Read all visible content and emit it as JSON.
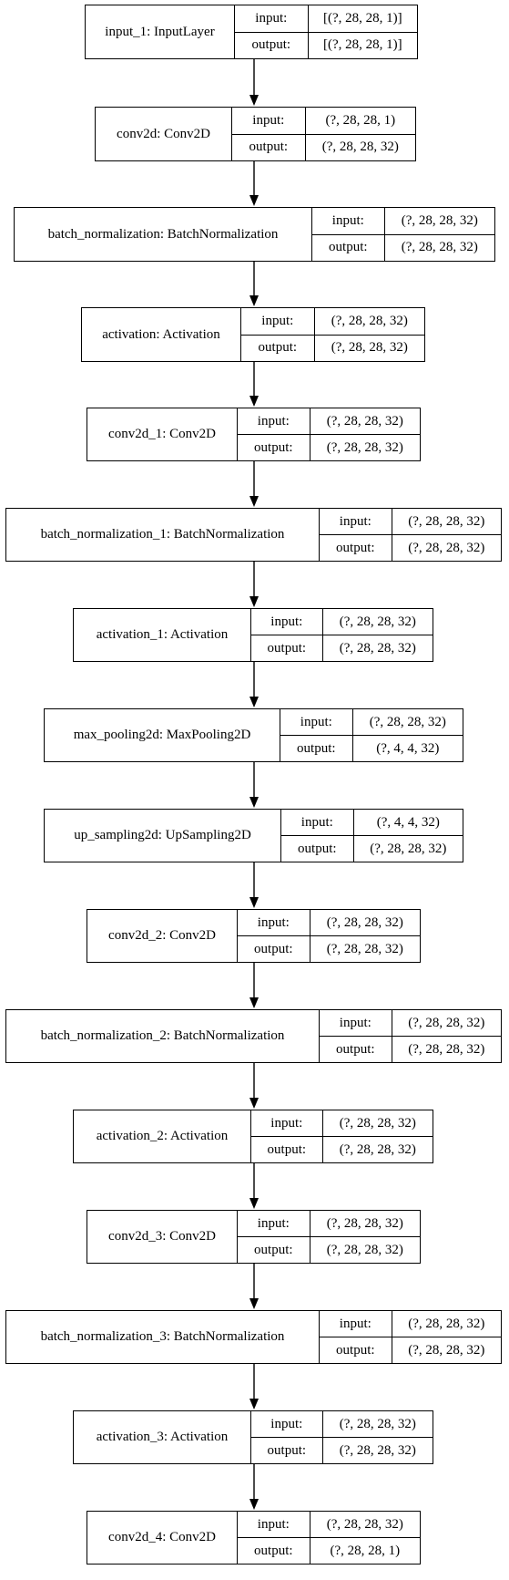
{
  "labels": {
    "input": "input:",
    "output": "output:"
  },
  "layers": [
    {
      "name": "input_1: InputLayer",
      "input": "[(?, 28, 28, 1)]",
      "output": "[(?, 28, 28, 1)]"
    },
    {
      "name": "conv2d: Conv2D",
      "input": "(?, 28, 28, 1)",
      "output": "(?, 28, 28, 32)"
    },
    {
      "name": "batch_normalization: BatchNormalization",
      "input": "(?, 28, 28, 32)",
      "output": "(?, 28, 28, 32)"
    },
    {
      "name": "activation: Activation",
      "input": "(?, 28, 28, 32)",
      "output": "(?, 28, 28, 32)"
    },
    {
      "name": "conv2d_1: Conv2D",
      "input": "(?, 28, 28, 32)",
      "output": "(?, 28, 28, 32)"
    },
    {
      "name": "batch_normalization_1: BatchNormalization",
      "input": "(?, 28, 28, 32)",
      "output": "(?, 28, 28, 32)"
    },
    {
      "name": "activation_1: Activation",
      "input": "(?, 28, 28, 32)",
      "output": "(?, 28, 28, 32)"
    },
    {
      "name": "max_pooling2d: MaxPooling2D",
      "input": "(?, 28, 28, 32)",
      "output": "(?, 4, 4, 32)"
    },
    {
      "name": "up_sampling2d: UpSampling2D",
      "input": "(?, 4, 4, 32)",
      "output": "(?, 28, 28, 32)"
    },
    {
      "name": "conv2d_2: Conv2D",
      "input": "(?, 28, 28, 32)",
      "output": "(?, 28, 28, 32)"
    },
    {
      "name": "batch_normalization_2: BatchNormalization",
      "input": "(?, 28, 28, 32)",
      "output": "(?, 28, 28, 32)"
    },
    {
      "name": "activation_2: Activation",
      "input": "(?, 28, 28, 32)",
      "output": "(?, 28, 28, 32)"
    },
    {
      "name": "conv2d_3: Conv2D",
      "input": "(?, 28, 28, 32)",
      "output": "(?, 28, 28, 32)"
    },
    {
      "name": "batch_normalization_3: BatchNormalization",
      "input": "(?, 28, 28, 32)",
      "output": "(?, 28, 28, 32)"
    },
    {
      "name": "activation_3: Activation",
      "input": "(?, 28, 28, 32)",
      "output": "(?, 28, 28, 32)"
    },
    {
      "name": "conv2d_4: Conv2D",
      "input": "(?, 28, 28, 32)",
      "output": "(?, 28, 28, 1)"
    }
  ]
}
